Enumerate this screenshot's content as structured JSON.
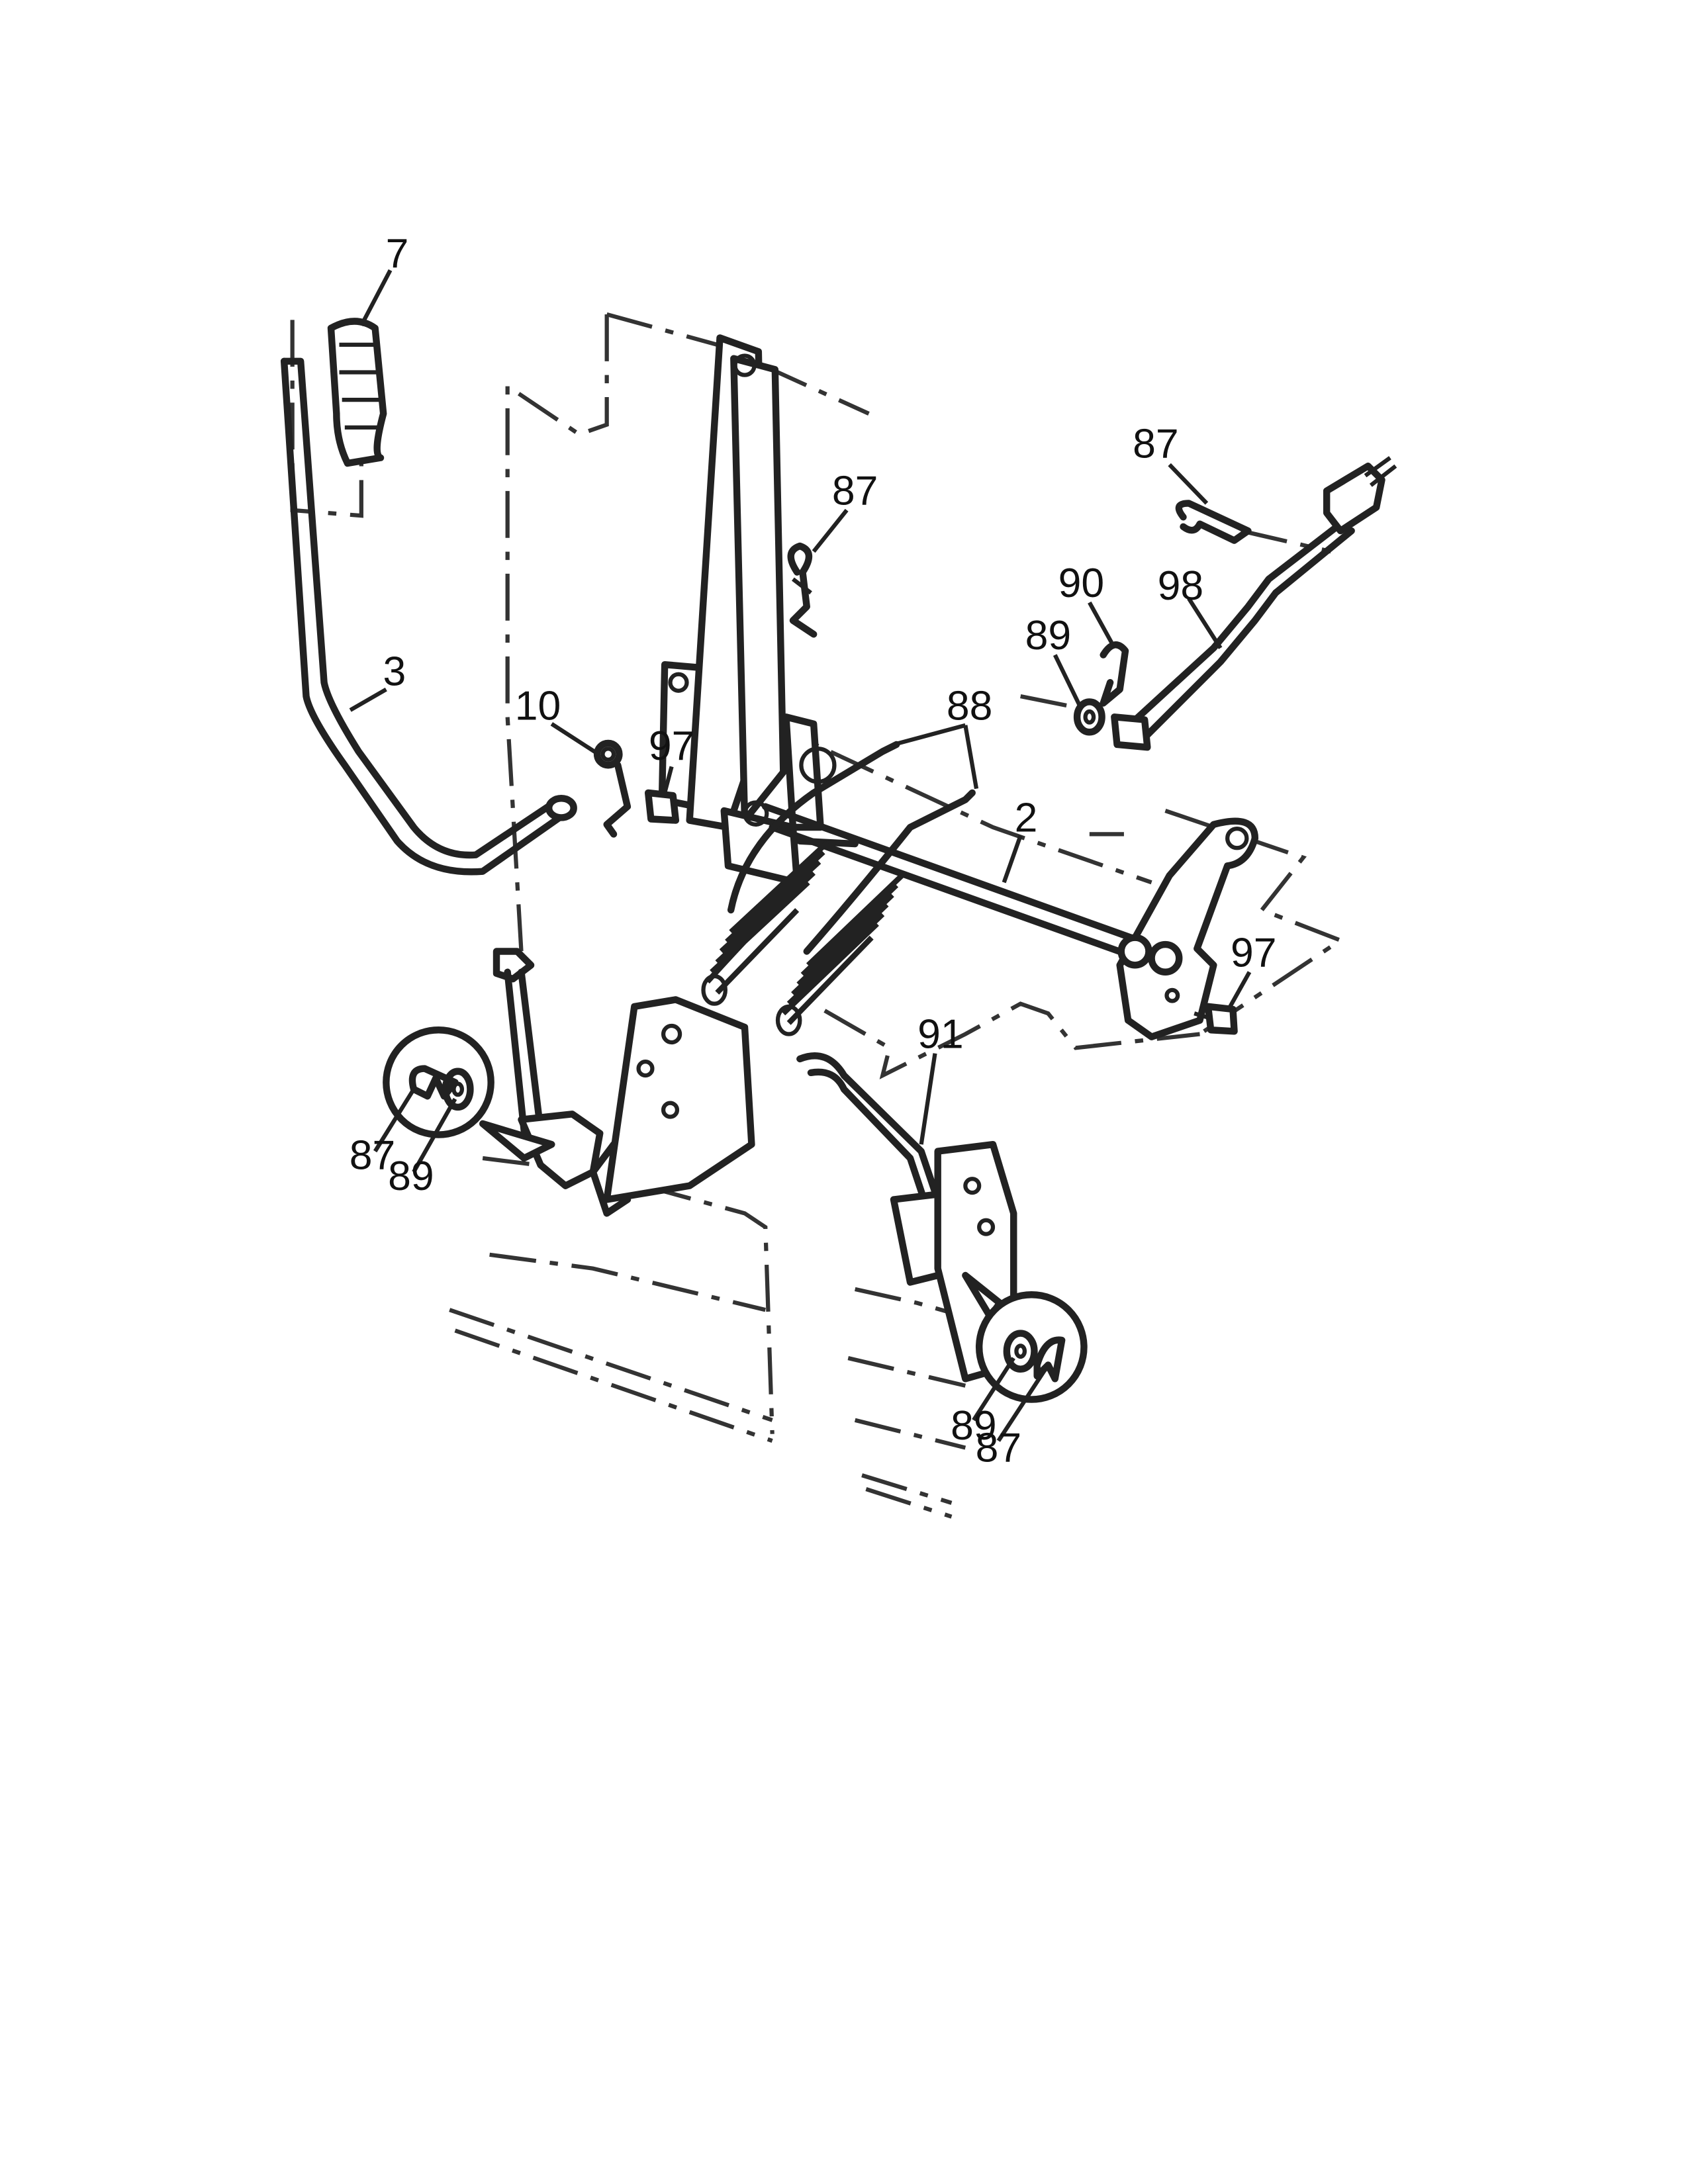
{
  "callouts": [
    {
      "id": "c7",
      "text": "7"
    },
    {
      "id": "c3",
      "text": "3"
    },
    {
      "id": "c87a",
      "text": "87"
    },
    {
      "id": "c10",
      "text": "10"
    },
    {
      "id": "c97a",
      "text": "97"
    },
    {
      "id": "c88",
      "text": "88"
    },
    {
      "id": "c2",
      "text": "2"
    },
    {
      "id": "c87b",
      "text": "87"
    },
    {
      "id": "c90",
      "text": "90"
    },
    {
      "id": "c98",
      "text": "98"
    },
    {
      "id": "c89a",
      "text": "89"
    },
    {
      "id": "c97b",
      "text": "97"
    },
    {
      "id": "c91",
      "text": "91"
    },
    {
      "id": "c87c",
      "text": "87"
    },
    {
      "id": "c89b",
      "text": "89"
    },
    {
      "id": "c89c",
      "text": "89"
    },
    {
      "id": "c87d",
      "text": "87"
    }
  ]
}
